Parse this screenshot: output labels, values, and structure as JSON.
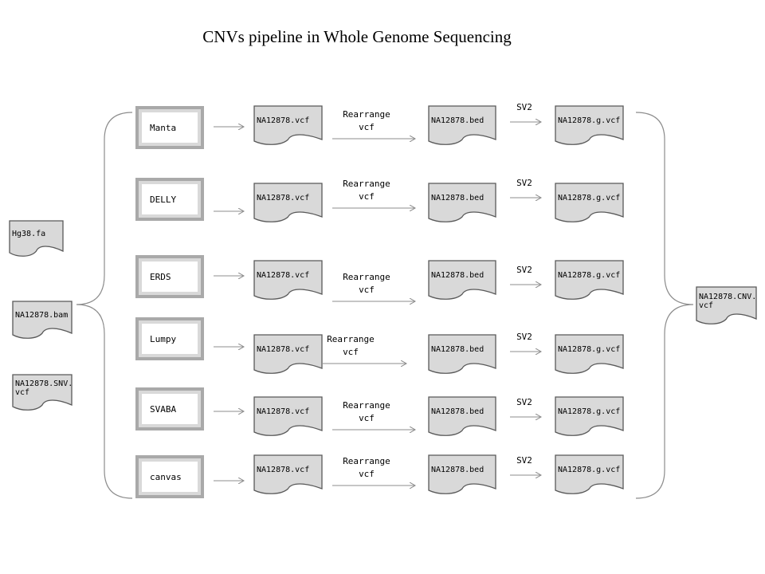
{
  "title": "CNVs pipeline in Whole Genome Sequencing",
  "inputs": {
    "reference": "Hg38.fa",
    "bam": "NA12878.bam",
    "snv_vcf": "NA12878.SNV.\nvcf"
  },
  "rows": [
    {
      "tool": "Manta",
      "vcf": "NA12878.vcf",
      "rearrange_line1": "Rearrange",
      "rearrange_line2": "vcf",
      "bed": "NA12878.bed",
      "sv2": "SV2",
      "gvcf": "NA12878.g.vcf"
    },
    {
      "tool": "DELLY",
      "vcf": "NA12878.vcf",
      "rearrange_line1": "Rearrange",
      "rearrange_line2": "vcf",
      "bed": "NA12878.bed",
      "sv2": "SV2",
      "gvcf": "NA12878.g.vcf"
    },
    {
      "tool": "ERDS",
      "vcf": "NA12878.vcf",
      "rearrange_line1": "Rearrange",
      "rearrange_line2": "vcf",
      "bed": "NA12878.bed",
      "sv2": "SV2",
      "gvcf": "NA12878.g.vcf"
    },
    {
      "tool": "Lumpy",
      "vcf": "NA12878.vcf",
      "rearrange_line1": "Rearrange",
      "rearrange_line2": "vcf",
      "bed": "NA12878.bed",
      "sv2": "SV2",
      "gvcf": "NA12878.g.vcf"
    },
    {
      "tool": "SVABA",
      "vcf": "NA12878.vcf",
      "rearrange_line1": "Rearrange",
      "rearrange_line2": "vcf",
      "bed": "NA12878.bed",
      "sv2": "SV2",
      "gvcf": "NA12878.g.vcf"
    },
    {
      "tool": "canvas",
      "vcf": "NA12878.vcf",
      "rearrange_line1": "Rearrange",
      "rearrange_line2": "vcf",
      "bed": "NA12878.bed",
      "sv2": "SV2",
      "gvcf": "NA12878.g.vcf"
    }
  ],
  "output": "NA12878.CNV.\nvcf",
  "colors": {
    "doc_fill": "#d9d9d9",
    "doc_stroke": "#595959",
    "tool_frame": "#a9a9a9",
    "arrow": "#8c8c8c",
    "brace": "#8c8c8c"
  }
}
